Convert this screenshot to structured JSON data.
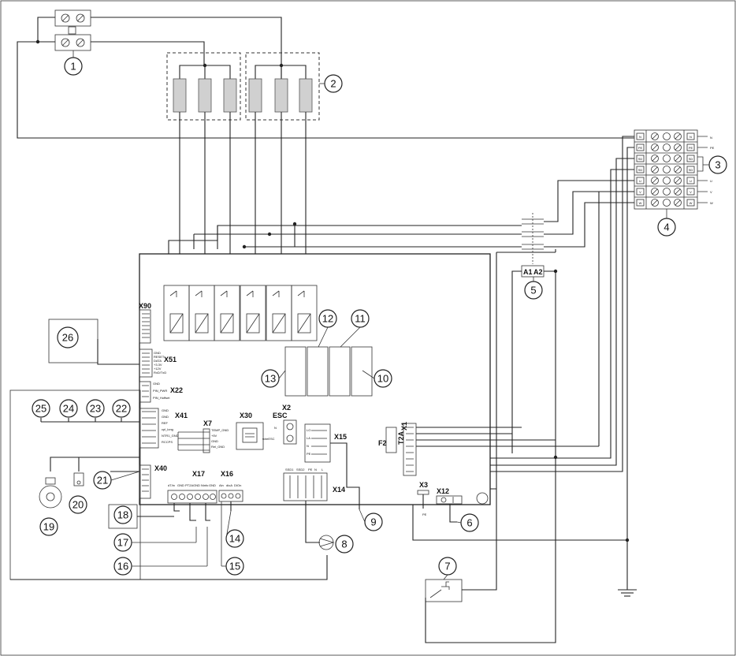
{
  "callouts": [
    "1",
    "2",
    "3",
    "4",
    "5",
    "6",
    "7",
    "8",
    "9",
    "10",
    "11",
    "12",
    "13",
    "14",
    "15",
    "16",
    "17",
    "18",
    "19",
    "20",
    "21",
    "22",
    "23",
    "24",
    "25",
    "26"
  ],
  "connectors": {
    "x90": "X90",
    "x51": "X51",
    "x22": "X22",
    "x41": "X41",
    "x40": "X40",
    "x7": "X7",
    "x30": "X30",
    "x2": "X2",
    "esc": "ESC",
    "x15": "X15",
    "x1": "X1",
    "x14": "X14",
    "x3": "X3",
    "x12": "X12",
    "x17": "X17",
    "x16": "X16",
    "f2": "F2",
    "t2a": "T2A",
    "a1": "A1",
    "a2": "A2"
  },
  "pin_labels": {
    "x2": [
      "N",
      "wireESC"
    ],
    "x14": [
      "SSD1",
      "SSD2",
      "PE",
      "N",
      "L"
    ],
    "x15": [
      "LO",
      "LA",
      "N",
      "PE"
    ],
    "x3": "PE",
    "x17": [
      "dT/in",
      "GND",
      "PT2A",
      "GND",
      "Ninfo",
      "GND"
    ],
    "x16": [
      "Ain",
      "dioA",
      "DIOn"
    ],
    "x51": [
      "GND",
      "RESET",
      "DATA",
      "+3.3V",
      "+12V",
      "RxD/TxD"
    ],
    "x22": [
      "GND",
      "PIN_PWR",
      "PIN_Hoffset"
    ],
    "x41": [
      "GND",
      "GND",
      "REF",
      "cpl_long",
      "NTR1_GND",
      "RCCPS"
    ],
    "x7": [
      "TEMP_GND",
      "+5V",
      "GND",
      "Rel_GND"
    ],
    "terminal_right": [
      "N",
      "PE",
      "SD",
      "SD",
      "U",
      "V",
      "W"
    ],
    "terminal_out": [
      "N",
      "PE",
      "U",
      "V",
      "W"
    ]
  },
  "colors": {
    "line": "#222222",
    "heater": "#d0d0d0",
    "background": "#ffffff"
  }
}
